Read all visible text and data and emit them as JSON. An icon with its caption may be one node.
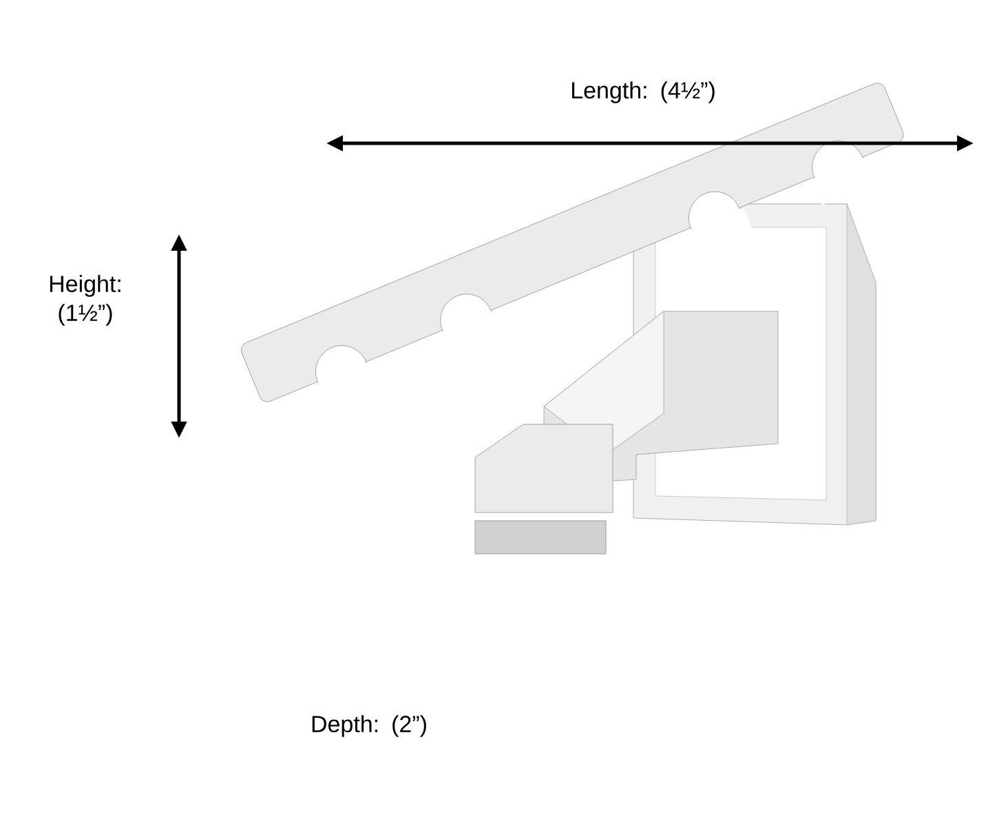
{
  "diagram": {
    "labels": [
      "Length: (4½”)",
      "Height: (1½”)",
      "Depth: (2”)"
    ]
  }
}
